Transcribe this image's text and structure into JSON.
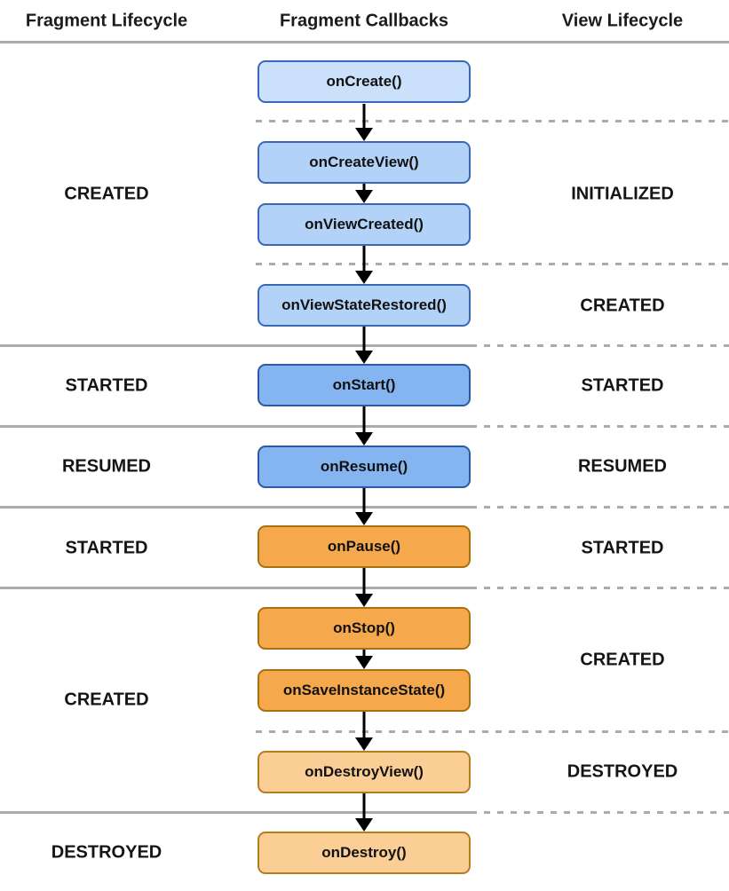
{
  "header": {
    "columns": [
      {
        "label": "Fragment Lifecycle"
      },
      {
        "label": "Fragment Callbacks"
      },
      {
        "label": "View Lifecycle"
      }
    ]
  },
  "callbacks": [
    {
      "label": "onCreate()"
    },
    {
      "label": "onCreateView()"
    },
    {
      "label": "onViewCreated()"
    },
    {
      "label": "onViewStateRestored()"
    },
    {
      "label": "onStart()"
    },
    {
      "label": "onResume()"
    },
    {
      "label": "onPause()"
    },
    {
      "label": "onStop()"
    },
    {
      "label": "onSaveInstanceState()"
    },
    {
      "label": "onDestroyView()"
    },
    {
      "label": "onDestroy()"
    }
  ],
  "fragment_states": [
    {
      "label": "CREATED"
    },
    {
      "label": "STARTED"
    },
    {
      "label": "RESUMED"
    },
    {
      "label": "STARTED"
    },
    {
      "label": "CREATED"
    },
    {
      "label": "DESTROYED"
    }
  ],
  "view_states": [
    {
      "label": "INITIALIZED"
    },
    {
      "label": "CREATED"
    },
    {
      "label": "STARTED"
    },
    {
      "label": "RESUMED"
    },
    {
      "label": "STARTED"
    },
    {
      "label": "CREATED"
    },
    {
      "label": "DESTROYED"
    }
  ],
  "colors": {
    "box_blue_lightest": "#cbe0fa",
    "box_blue_light": "#b3d2f7",
    "box_blue_mid": "#85b5f1",
    "box_blue_border": "#3a67b7",
    "box_blue_mid_border": "#2b59a5",
    "box_orange": "#f6a84d",
    "box_orange_border": "#a9700f",
    "box_orange_light": "#face95",
    "box_orange_light_border": "#b57d1e",
    "divider_gray": "#acacac",
    "arrow_black": "#000000",
    "text": "#141414"
  }
}
